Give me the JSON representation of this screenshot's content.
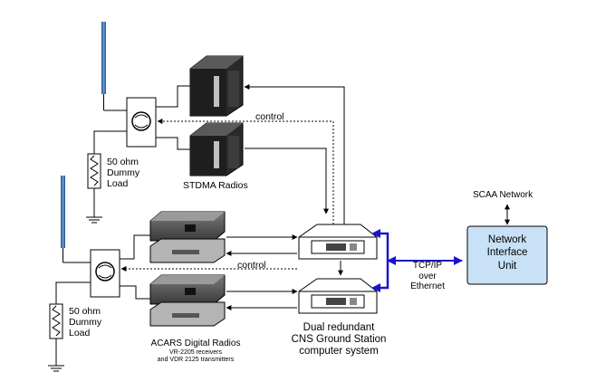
{
  "labels": {
    "control_top": "control",
    "control_bottom": "control",
    "dummy_load_top": [
      "50 ohm",
      "Dummy",
      "Load"
    ],
    "dummy_load_bottom": [
      "50 ohm",
      "Dummy",
      "Load"
    ],
    "stdma_radios": "STDMA Radios",
    "scaa_network": "SCAA Network",
    "network_interface_unit": [
      "Network",
      "Interface",
      "Unit"
    ],
    "tcpip": [
      "TCP/IP",
      "over",
      "Ethernet"
    ],
    "ground_station": [
      "Dual redundant",
      "CNS Ground Station",
      "computer system"
    ],
    "acars_title": "ACARS Digital Radios",
    "acars_sub1": "VR-2205 receivers",
    "acars_sub2": "and VDR 2125 transmitters"
  },
  "colors": {
    "niu_fill": "#c8e1f7",
    "ethernet_link": "#1a14c8",
    "antenna_blue": "#2f62a8"
  }
}
